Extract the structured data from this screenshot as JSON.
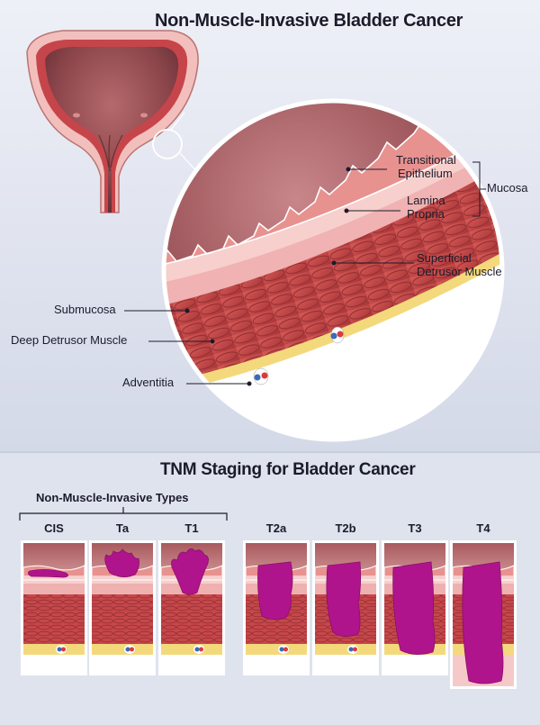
{
  "top": {
    "title": "Non-Muscle-Invasive Bladder Cancer"
  },
  "labels": {
    "transitional_epithelium": [
      "Transitional",
      "Epithelium"
    ],
    "lamina_propria": [
      "Lamina",
      "Propria"
    ],
    "mucosa": "Mucosa",
    "superficial_detrusor": [
      "Superficial",
      "Detrusor Muscle"
    ],
    "submucosa": "Submucosa",
    "deep_detrusor": "Deep Detrusor Muscle",
    "adventitia": "Adventitia"
  },
  "bottom": {
    "title": "TNM Staging for Bladder Cancer",
    "nmi_group": "Non-Muscle-Invasive Types",
    "stages": [
      "CIS",
      "Ta",
      "T1",
      "T2a",
      "T2b",
      "T3",
      "T4"
    ]
  },
  "colors": {
    "background_top": "#dde1ee",
    "background_bottom": "#dfe3ee",
    "tumor": "#b0148c",
    "muscle": "#c0474a",
    "submucosa": "#efb0b0",
    "adventitia": "#f3d97c",
    "lumen": "#7a3a3f"
  }
}
